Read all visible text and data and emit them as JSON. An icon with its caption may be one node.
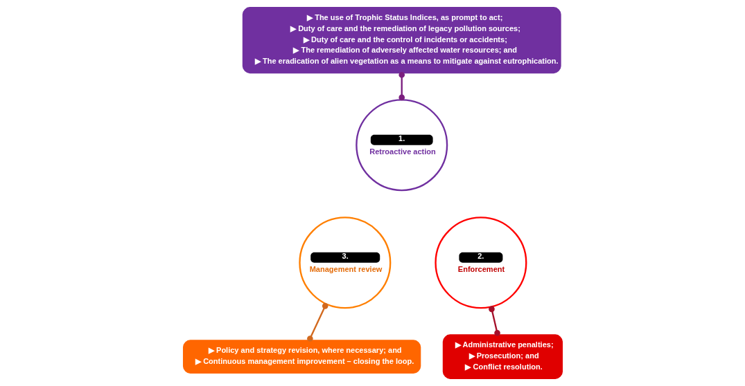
{
  "diagram": {
    "nodes": [
      {
        "text": [
          "▶ The use of Trophic Status Indices, as prompt to act;",
          "▶ Duty of care and the remediation of legacy pollution sources;",
          "▶ Duty of care and the control of incidents or accidents;",
          "▶ The remediation of adversely affected water resources; and",
          "▶ The eradication of alien vegetation as a means to mitigate against eutrophication."
        ]
      },
      {
        "text": [
          "1.",
          "Retroactive action"
        ]
      },
      {
        "text": [
          "2.",
          "Enforcement"
        ]
      },
      {
        "text": [
          "3.",
          "Management review"
        ]
      },
      {
        "text": [
          "▶ Policy and strategy revision, where necessary; and",
          "▶ Continuous management improvement – closing the loop."
        ]
      },
      {
        "text": [
          "▶ Administrative penalties;",
          "▶ Prosecution; and",
          "▶ Conflict resolution."
        ]
      }
    ],
    "edges": [
      {
        "from": 0,
        "to": 1,
        "arrow": "other",
        "color": "#7b1f7f"
      },
      {
        "from": 3,
        "to": 4,
        "arrow": "other",
        "color": "#d2691e"
      },
      {
        "from": 2,
        "to": 5,
        "arrow": "other",
        "color": "#a5102a"
      }
    ]
  }
}
